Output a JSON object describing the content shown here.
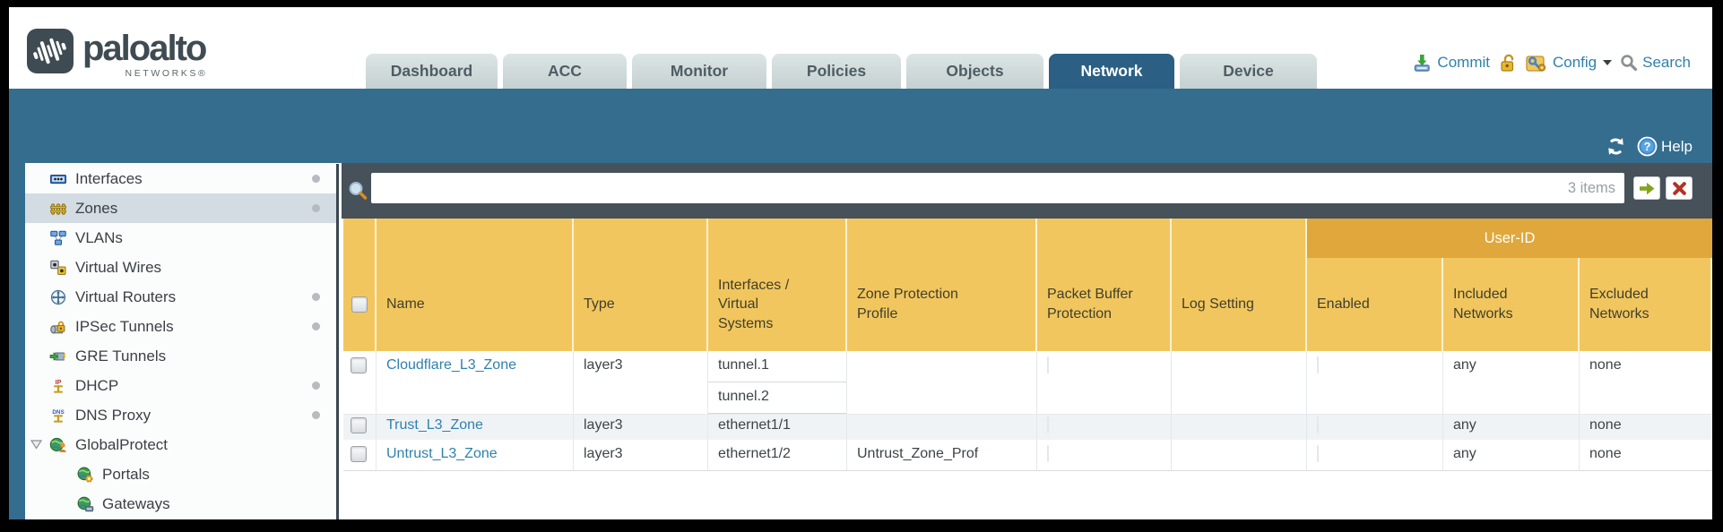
{
  "window": {
    "brand": "paloalto",
    "brand_sub": "NETWORKS®"
  },
  "nav": {
    "tabs": [
      {
        "label": "Dashboard",
        "active": false
      },
      {
        "label": "ACC",
        "active": false
      },
      {
        "label": "Monitor",
        "active": false
      },
      {
        "label": "Policies",
        "active": false
      },
      {
        "label": "Objects",
        "active": false
      },
      {
        "label": "Network",
        "active": true
      },
      {
        "label": "Device",
        "active": false
      }
    ],
    "utilities": {
      "commit_label": "Commit",
      "config_label": "Config",
      "search_label": "Search"
    }
  },
  "subheader": {
    "help_label": "Help"
  },
  "filter_bar": {
    "query_value": "",
    "items_count": "3 items"
  },
  "sidebar": {
    "items": [
      {
        "label": "Interfaces",
        "icon": "interfaces",
        "dot": true
      },
      {
        "label": "Zones",
        "icon": "zones",
        "selected": true,
        "dot": true
      },
      {
        "label": "VLANs",
        "icon": "vlans"
      },
      {
        "label": "Virtual Wires",
        "icon": "virtual-wires"
      },
      {
        "label": "Virtual Routers",
        "icon": "virtual-routers",
        "dot": true
      },
      {
        "label": "IPSec Tunnels",
        "icon": "ipsec-tunnels",
        "dot": true
      },
      {
        "label": "GRE Tunnels",
        "icon": "gre-tunnels"
      },
      {
        "label": "DHCP",
        "icon": "dhcp",
        "dot": true
      },
      {
        "label": "DNS Proxy",
        "icon": "dns-proxy",
        "dot": true
      },
      {
        "label": "GlobalProtect",
        "icon": "globalprotect",
        "expanded": true
      },
      {
        "label": "Portals",
        "icon": "portals",
        "child": true
      },
      {
        "label": "Gateways",
        "icon": "gateways",
        "child": true
      }
    ]
  },
  "table": {
    "group_header": "User-ID",
    "columns": [
      "Name",
      "Type",
      "Interfaces / Virtual Systems",
      "Zone Protection Profile",
      "Packet Buffer Protection",
      "Log Setting",
      "Enabled",
      "Included Networks",
      "Excluded Networks"
    ],
    "rows": [
      {
        "name": "Cloudflare_L3_Zone",
        "type": "layer3",
        "interfaces": [
          "tunnel.1",
          "tunnel.2"
        ],
        "zone_protection_profile": "",
        "log_setting": "",
        "included_networks": "any",
        "excluded_networks": "none"
      },
      {
        "name": "Trust_L3_Zone",
        "type": "layer3",
        "interfaces": [
          "ethernet1/1"
        ],
        "zone_protection_profile": "",
        "log_setting": "",
        "included_networks": "any",
        "excluded_networks": "none"
      },
      {
        "name": "Untrust_L3_Zone",
        "type": "layer3",
        "interfaces": [
          "ethernet1/2"
        ],
        "zone_protection_profile": "Untrust_Zone_Prof",
        "log_setting": "",
        "included_networks": "any",
        "excluded_networks": "none"
      }
    ]
  },
  "colors": {
    "teal_band": "#346d8e",
    "filter_bar_bg": "#46515a",
    "header_gold": "#f2c65e",
    "group_gold": "#dfa73c",
    "link_blue": "#2f81ae",
    "tab_active": "#2b5f84"
  }
}
